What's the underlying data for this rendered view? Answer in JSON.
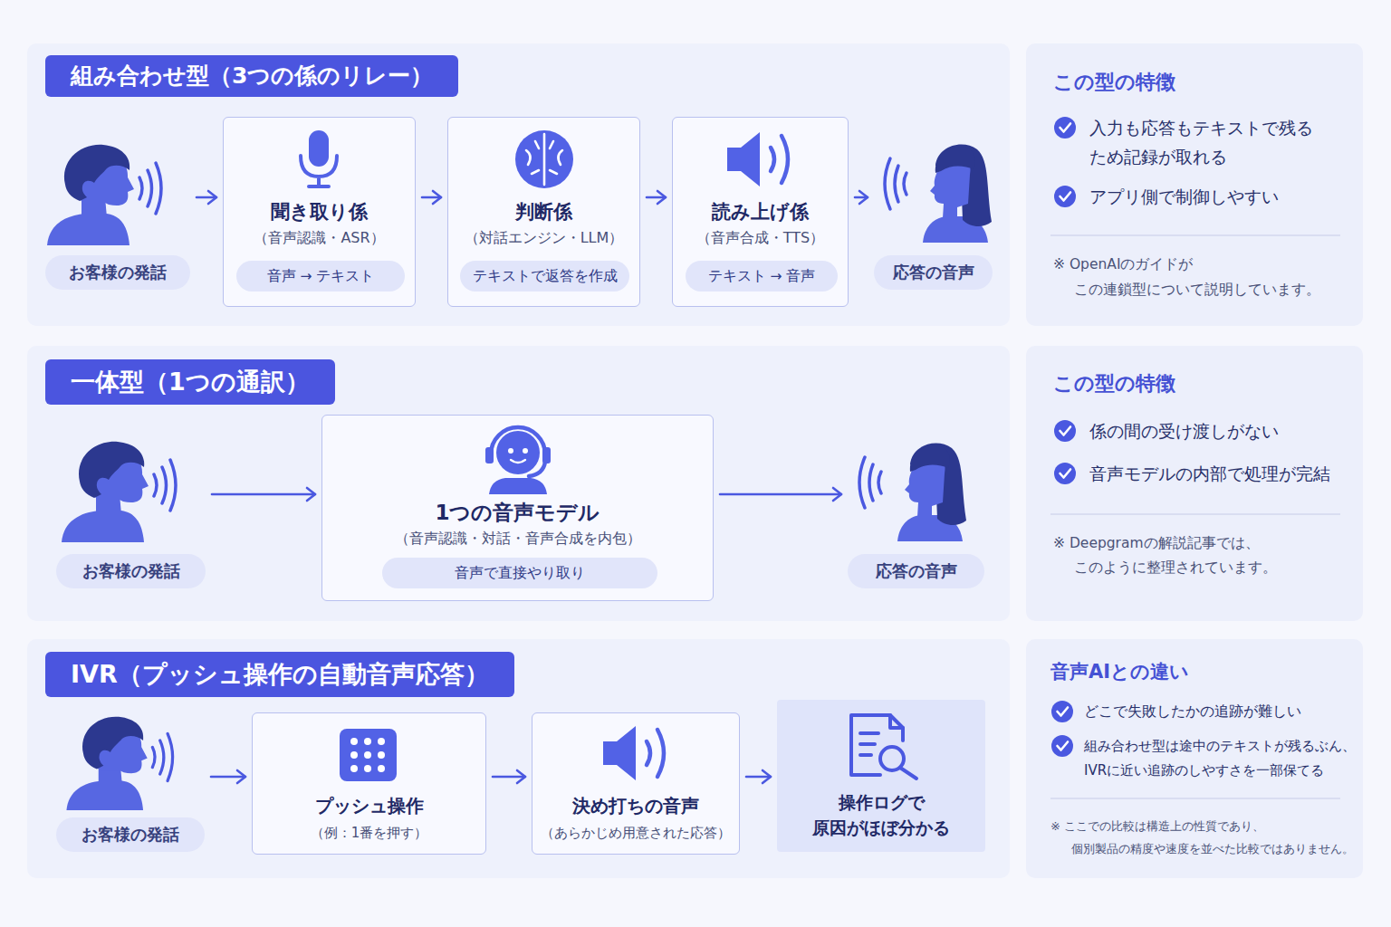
{
  "diagram": {
    "nodes": [
      {
        "text": [
          "組み合わせ型（3つの係のリレー）"
        ]
      },
      {
        "text": [
          "お客様の発話"
        ],
        "in": 0
      },
      {
        "text": [
          "聞き取り係",
          "（音声認識・ASR）"
        ],
        "in": 0
      },
      {
        "text": [
          "音声 → テキスト"
        ],
        "in": 2
      },
      {
        "text": [
          "判断係",
          "（対話エンジン・LLM）"
        ],
        "in": 0
      },
      {
        "text": [
          "テキストで返答を作成"
        ],
        "in": 4
      },
      {
        "text": [
          "読み上げ係",
          "（音声合成・TTS）"
        ],
        "in": 0
      },
      {
        "text": [
          "テキスト → 音声"
        ],
        "in": 6
      },
      {
        "text": [
          "応答の音声"
        ],
        "in": 0
      },
      {
        "text": [
          "この型の特徴",
          "入力も応答もテキストで残る ため記録が取れる",
          "アプリ側で制御しやすい",
          "※ OpenAIのガイドが この連鎖型について説明しています。"
        ]
      },
      {
        "text": [
          "一体型（1つの通訳）"
        ]
      },
      {
        "text": [
          "お客様の発話"
        ],
        "in": 10
      },
      {
        "text": [
          "1つの音声モデル",
          "（音声認識・対話・音声合成を内包）"
        ],
        "in": 10
      },
      {
        "text": [
          "音声で直接やり取り"
        ],
        "in": 12
      },
      {
        "text": [
          "応答の音声"
        ],
        "in": 10
      },
      {
        "text": [
          "この型の特徴",
          "係の間の受け渡しがない",
          "音声モデルの内部で処理が完結",
          "※ Deepgramの解説記事では、 このように整理されています。"
        ]
      },
      {
        "text": [
          "IVR（プッシュ操作の自動音声応答）"
        ]
      },
      {
        "text": [
          "お客様の発話"
        ],
        "in": 16
      },
      {
        "text": [
          "プッシュ操作",
          "（例：1番を押す）"
        ],
        "in": 16
      },
      {
        "text": [
          "決め打ちの音声",
          "（あらかじめ用意された応答）"
        ],
        "in": 16
      },
      {
        "text": [
          "操作ログで 原因がほぼ分かる"
        ],
        "in": 16
      },
      {
        "text": [
          "音声AIとの違い",
          "どこで失敗したかの追跡が難しい",
          "組み合わせ型は途中のテキストが残るぶん、 IVRに近い追跡のしやすさを一部保てる",
          "※ ここでの比較は構造上の性質であり、 個別製品の精度や速度を並べた比較ではありません。"
        ]
      }
    ],
    "edges": [
      {
        "from": 1,
        "to": 2,
        "arrow": "to"
      },
      {
        "from": 2,
        "to": 4,
        "arrow": "to"
      },
      {
        "from": 4,
        "to": 6,
        "arrow": "to"
      },
      {
        "from": 6,
        "to": 8,
        "arrow": "to"
      },
      {
        "from": 11,
        "to": 12,
        "arrow": "to"
      },
      {
        "from": 12,
        "to": 14,
        "arrow": "to"
      },
      {
        "from": 17,
        "to": 18,
        "arrow": "to"
      },
      {
        "from": 18,
        "to": 19,
        "arrow": "to"
      },
      {
        "from": 19,
        "to": 20,
        "arrow": "to"
      }
    ]
  }
}
